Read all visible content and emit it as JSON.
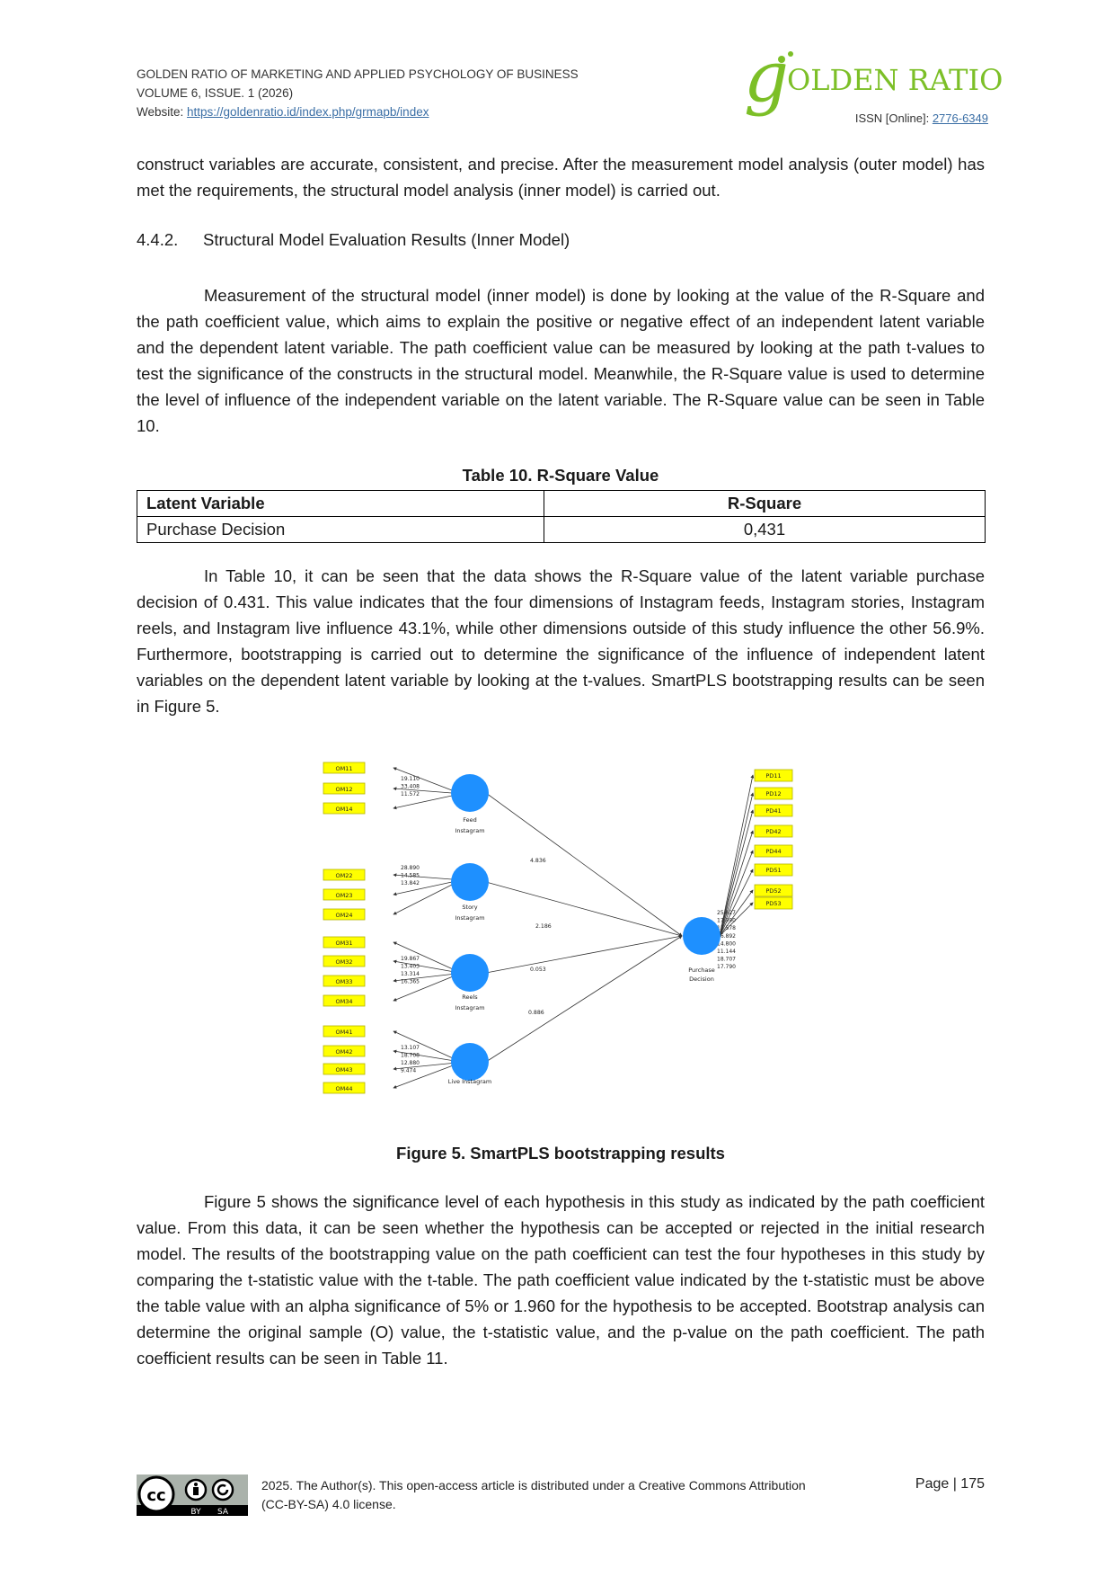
{
  "header": {
    "journal": "GOLDEN RATIO OF MARKETING AND APPLIED PSYCHOLOGY OF BUSINESS",
    "volume": "VOLUME 6, ISSUE. 1 (2026)",
    "website_label": "Website: ",
    "website_url": "https://goldenratio.id/index.php/grmapb/index",
    "logo_text": "OLDEN RATIO",
    "issn_label": "ISSN [Online]: ",
    "issn_value": "2776-6349"
  },
  "body": {
    "para1": "construct variables are accurate, consistent, and precise. After the measurement model analysis (outer model) has met the requirements, the structural model analysis (inner model) is carried out.",
    "heading_num": "4.4.2.",
    "heading_text": "Structural Model Evaluation Results (Inner Model)",
    "para2": "Measurement of the structural model (inner model) is done by looking at the value of the R-Square and the path coefficient value, which aims to explain the positive or negative effect of an independent latent variable and the dependent latent variable. The path coefficient value can be measured by looking at the path t-values to test the significance of the constructs in the structural model. Meanwhile, the R-Square value is used to determine the level of influence of the independent variable on the latent variable. The R-Square value can be seen in Table 10.",
    "table_caption": "Table 10. R-Square Value",
    "table": {
      "headers": [
        "Latent Variable",
        "R-Square"
      ],
      "rows": [
        [
          "Purchase Decision",
          "0,431"
        ]
      ]
    },
    "para3": "In Table 10, it can be seen that the data shows the R-Square value of the latent variable purchase decision of 0.431. This value indicates that the four dimensions of Instagram feeds, Instagram stories, Instagram reels, and Instagram live influence 43.1%, while other dimensions outside of this study influence the other 56.9%. Furthermore, bootstrapping is carried out to determine the significance of the influence of independent latent variables on the dependent latent variable by looking at the t-values. SmartPLS bootstrapping results can be seen in Figure 5.",
    "figure_caption": "Figure 5. SmartPLS bootstrapping results",
    "para4": "Figure 5 shows the significance level of each hypothesis in this study as indicated by the path coefficient value. From this data, it can be seen whether the hypothesis can be accepted or rejected in the initial research model. The results of the bootstrapping value on the path coefficient can test the four hypotheses in this study by comparing the t-statistic value with the t-table. The path coefficient value indicated by the t-statistic must be above the table value with an alpha significance of 5% or 1.960 for the hypothesis to be accepted. Bootstrap analysis can determine the original sample (O) value, the t-statistic value, and the p-value on the path coefficient. The path coefficient results can be seen in Table 11."
  },
  "figure": {
    "latent": [
      {
        "label1": "Feed",
        "label2": "Instagram"
      },
      {
        "label1": "Story",
        "label2": "Instagram"
      },
      {
        "label1": "Reels",
        "label2": "Instagram"
      },
      {
        "label1": "Live Instagram",
        "label2": ""
      },
      {
        "label1": "Purchase",
        "label2": "Decision"
      }
    ],
    "groups": [
      {
        "indicators": [
          "OM11",
          "OM12",
          "OM14"
        ],
        "values": [
          "19.110",
          "33.408",
          "11.572"
        ]
      },
      {
        "indicators": [
          "OM22",
          "OM23",
          "OM24"
        ],
        "values": [
          "28.890",
          "14.585",
          "13.842"
        ]
      },
      {
        "indicators": [
          "OM31",
          "OM32",
          "OM33",
          "OM34"
        ],
        "values": [
          "19.867",
          "13.403",
          "13.314",
          "16.365"
        ]
      },
      {
        "indicators": [
          "OM41",
          "OM42",
          "OM43",
          "OM44"
        ],
        "values": [
          "13.107",
          "18.708",
          "12.880",
          "9.474"
        ]
      }
    ],
    "paths": [
      "4.836",
      "2.186",
      "0.053",
      "0.886"
    ],
    "pd_indicators": [
      "PD11",
      "PD12",
      "PD41",
      "PD42",
      "PD44",
      "PD51",
      "PD52",
      "PD53"
    ],
    "pd_values": [
      "25.627",
      "17.990",
      "13.578",
      "16.892",
      "14.800",
      "11.144",
      "18.707",
      "17.790"
    ],
    "colors": {
      "node": "#1e90ff",
      "indicator_fill": "#ffff00",
      "indicator_border": "#b5b500"
    }
  },
  "footer": {
    "cc_text": "cc",
    "by_label": "BY",
    "sa_label": "SA",
    "license_line1": "2025. The Author(s). This open-access article is distributed under a Creative Commons Attribution",
    "license_line2": "(CC-BY-SA) 4.0 license.",
    "page_label": "Page | 175"
  }
}
